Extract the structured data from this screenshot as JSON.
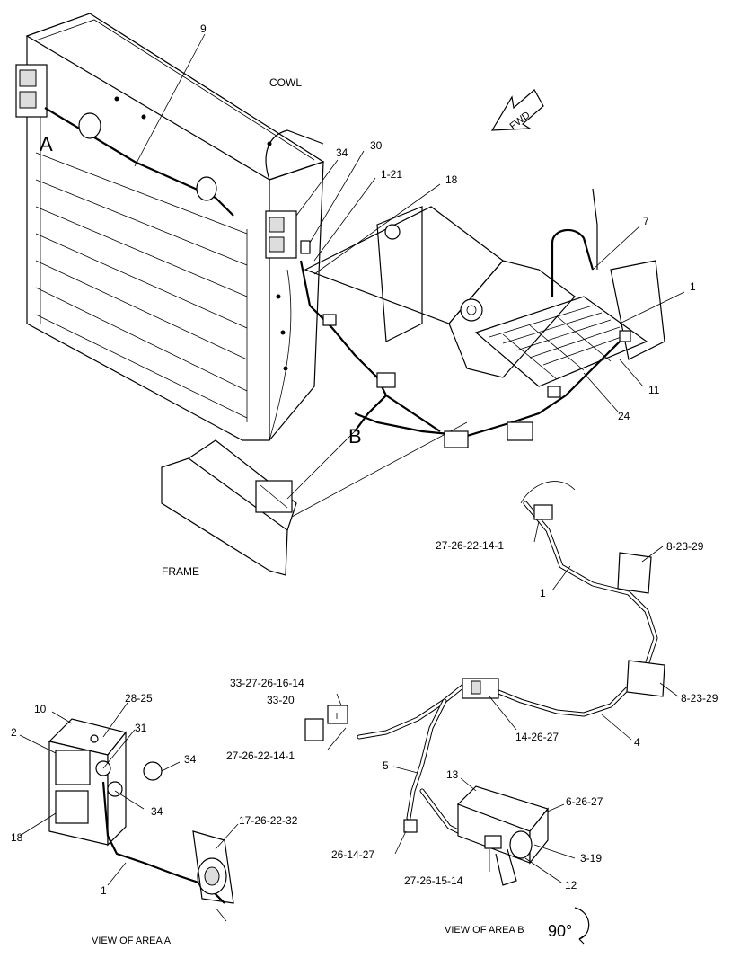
{
  "labels": {
    "cowl": "COWL",
    "frame": "FRAME",
    "fwd": "FWD",
    "area_a": "A",
    "area_b": "B",
    "view_area_a": "VIEW OF AREA A",
    "view_area_b": "VIEW OF AREA B",
    "rotation": "90°"
  },
  "callouts": {
    "c9": "9",
    "c34_top": "34",
    "c30": "30",
    "c1_21": "1-21",
    "c18_top": "18",
    "c7": "7",
    "c1_right": "1",
    "c11": "11",
    "c24": "24",
    "c27_26_22_14_1_top": "27-26-22-14-1",
    "c8_23_29_top": "8-23-29",
    "c1_mid": "1",
    "c8_23_29_mid": "8-23-29",
    "c33_27_26_16_14": "33-27-26-16-14",
    "c33_20": "33-20",
    "c27_26_22_14_1_bot": "27-26-22-14-1",
    "c14_26_27": "14-26-27",
    "c4": "4",
    "c5": "5",
    "c13": "13",
    "c6_26_27": "6-26-27",
    "c3_19": "3-19",
    "c26_14_27": "26-14-27",
    "c27_26_15_14": "27-26-15-14",
    "c12": "12",
    "c10": "10",
    "c28_25": "28-25",
    "c2": "2",
    "c31": "31",
    "c34_a": "34",
    "c34_b": "34",
    "c18_a": "18",
    "c17_26_22_32": "17-26-22-32",
    "c1_a": "1"
  }
}
